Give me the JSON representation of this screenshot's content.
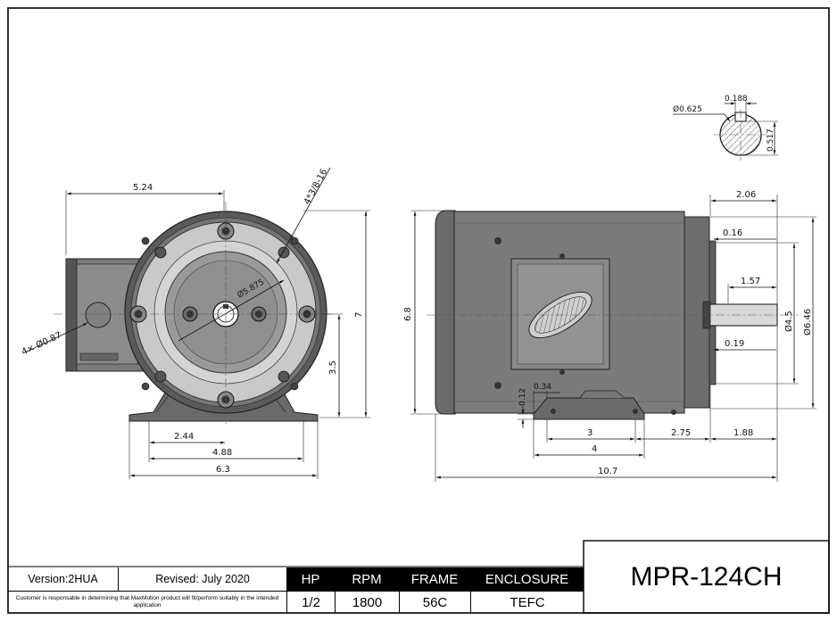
{
  "drawing": {
    "front_view": {
      "dims": {
        "width_top": "5.24",
        "mount_holes": "4*3/8-16",
        "bolt_circle": "Ø5.875",
        "conduit": "4× Ø0.87",
        "height_overall": "7",
        "shaft_height": "3.5",
        "base_half": "2.44",
        "base_holes": "4.88",
        "base_width": "6.3"
      }
    },
    "side_view": {
      "dims": {
        "height": "6.8",
        "shaft_len": "2.06",
        "shoulder": "0.16",
        "key_len": "1.57",
        "pilot": "Ø4.5",
        "face": "Ø6.46",
        "face_thk": "0.19",
        "foot_thk": "0.12",
        "slot": "0.34",
        "foot_inner": "3",
        "foot_outer": "4",
        "shaft_to_foot": "2.75",
        "shaft_ext": "1.88",
        "length": "10.7"
      }
    },
    "shaft_section": {
      "dims": {
        "diameter": "Ø0.625",
        "key_width": "0.188",
        "key_depth": "0.517"
      }
    }
  },
  "title_block": {
    "version": "Version:2HUA",
    "revised": "Revised: July 2020",
    "note": "Customer is responsable in determining that MaxMotion product will fit/perform suitably in the intended application",
    "headers": {
      "hp": "HP",
      "rpm": "RPM",
      "frame": "FRAME",
      "enclosure": "ENCLOSURE"
    },
    "values": {
      "hp": "1/2",
      "rpm": "1800",
      "frame": "56C",
      "enclosure": "TEFC"
    },
    "model": "MPR-124CH"
  },
  "colors": {
    "border": "#000000",
    "housing": "#6e6e6e",
    "housing_dark": "#4a4a4a",
    "face_plate": "#c8c8c8",
    "header_bg": "#000000",
    "header_text": "#ffffff"
  }
}
